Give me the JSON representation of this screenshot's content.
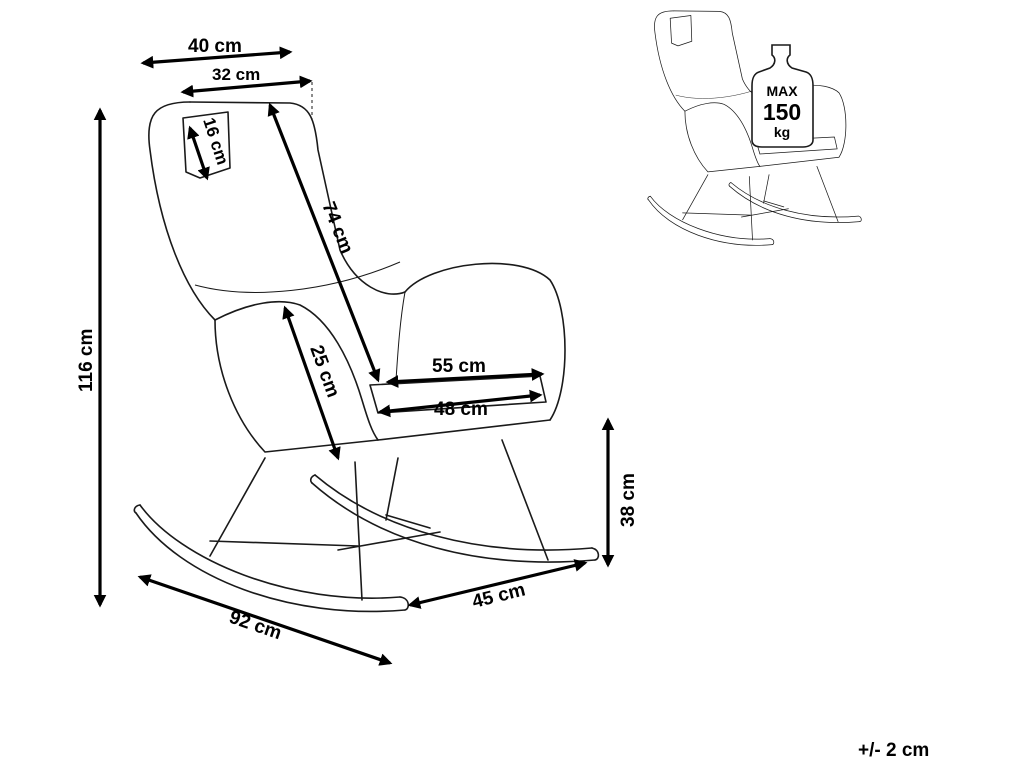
{
  "dimensions": {
    "width_outer": "40 cm",
    "width_headrest": "32 cm",
    "headrest_height": "16 cm",
    "backrest_height": "74 cm",
    "total_height": "116 cm",
    "armrest_height": "25 cm",
    "seat_width": "55 cm",
    "seat_depth": "48 cm",
    "seat_height": "38 cm",
    "seat_to_rocker": "45 cm",
    "total_depth": "92 cm"
  },
  "max_load": {
    "line1": "MAX",
    "line2": "150",
    "line3": "kg"
  },
  "tolerance": "+/- 2 cm"
}
